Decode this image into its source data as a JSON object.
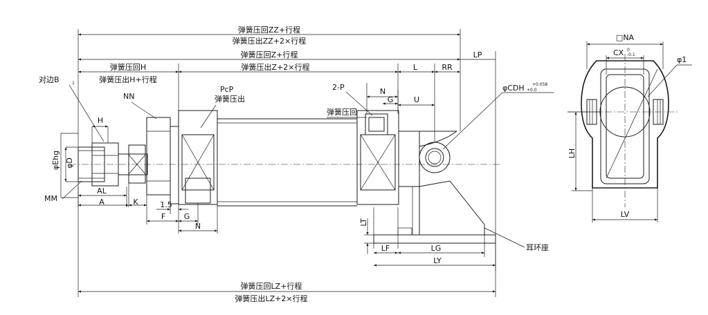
{
  "dims": {
    "zz_retract": "弹簧压回ZZ+行程",
    "zz_extend": "弹簧压出ZZ+2×行程",
    "z_retract": "弹簧压回Z+行程",
    "lp": "LP",
    "h_retract": "弹簧压回H",
    "h_extend": "弹簧压出H+行程",
    "z_extend": "弹簧压出Z+2×行程",
    "l": "L",
    "rr": "RR",
    "b1": "对边B",
    "b1_sub": "1",
    "nn": "NN",
    "pcp": "PcP",
    "pcp_note": "弹簧压出",
    "two_p": "2-P",
    "n_top": "N",
    "g_top": "G",
    "u": "U",
    "retract_note": "弹簧压回",
    "cdh": "φCDH",
    "cdh_tol_upper": "+0.058",
    "cdh_tol_lower": "+0.0",
    "h": "H",
    "ehg": "φEhg",
    "d": "φD",
    "mm": "MM",
    "al": "AL",
    "a": "A",
    "k": "K",
    "one_five": "1.5",
    "f": "F",
    "g": "G",
    "n": "N",
    "lt": "LT",
    "lf": "LF",
    "lg": "LG",
    "ly": "LY",
    "ear_seat": "耳环座",
    "lz_retract": "弹簧压回LZ+行程",
    "lz_extend": "弹簧压出LZ+2×行程",
    "na": "□NA",
    "cx": "CX",
    "cx_tol_upper": "0",
    "cx_tol_lower": "-0.1",
    "phi1": "φ1",
    "lh": "LH",
    "lv": "LV"
  }
}
